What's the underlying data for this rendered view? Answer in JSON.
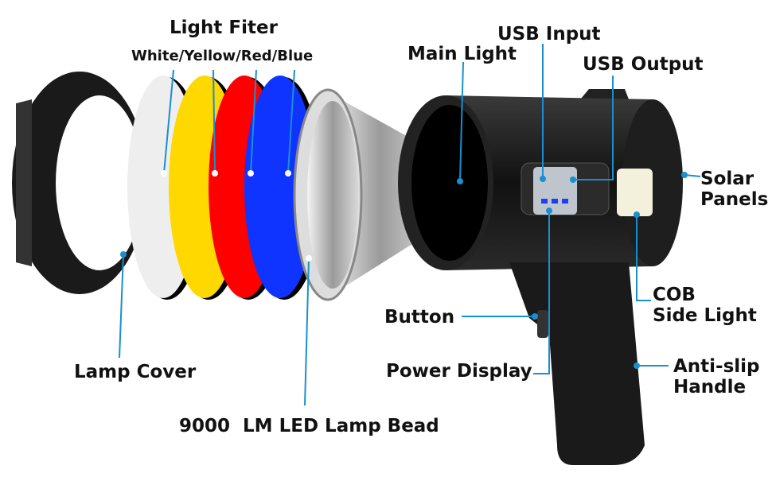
{
  "labels": {
    "light_filter": "Light Fiter",
    "filter_colors": "White/Yellow/Red/Blue",
    "usb_input": "USB Input",
    "main_light": "Main Light",
    "usb_output": "USB Output",
    "solar_panels_1": "Solar",
    "solar_panels_2": "Panels",
    "cob_1": "COB",
    "cob_2": "Side Light",
    "button": "Button",
    "power_display": "Power Display",
    "anti_slip_1": "Anti-slip",
    "anti_slip_2": "Handle",
    "lamp_cover": "Lamp Cover",
    "lamp_bead": "9000  LM LED Lamp Bead"
  },
  "colors": {
    "leader_line": "#1a8fd0",
    "filter_white": "#eeeeee",
    "filter_yellow": "#ffd800",
    "filter_red": "#ff0000",
    "filter_blue": "#1034ff"
  }
}
